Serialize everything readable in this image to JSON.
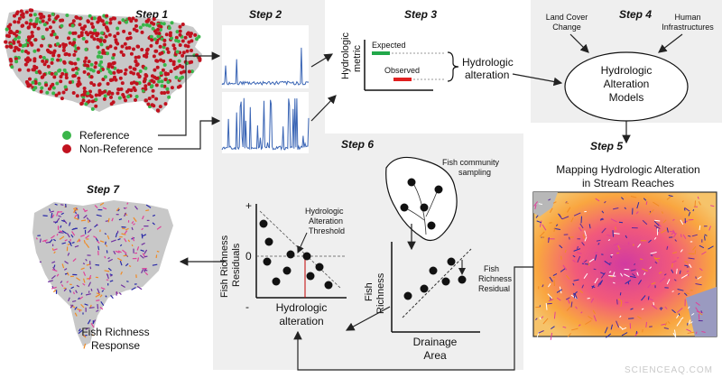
{
  "steps": {
    "s1": "Step 1",
    "s2": "Step 2",
    "s3": "Step 3",
    "s4": "Step 4",
    "s5": "Step 5",
    "s6": "Step 6",
    "s7": "Step 7"
  },
  "step1": {
    "legend_reference": "Reference",
    "legend_non_reference": "Non-Reference",
    "colors": {
      "reference": "#3ab54a",
      "non_reference": "#c1121f",
      "land": "#c8c8c8"
    }
  },
  "step3": {
    "ylabel_line1": "Hydrologic",
    "ylabel_line2": "metric",
    "expected": "Expected",
    "observed": "Observed",
    "output_line1": "Hydrologic",
    "output_line2": "alteration",
    "colors": {
      "expected": "#22a84a",
      "observed": "#e02020"
    }
  },
  "step4": {
    "land_cover_line1": "Land Cover",
    "land_cover_line2": "Change",
    "human_line1": "Human",
    "human_line2": "Infrastructures",
    "model_line1": "Hydrologic",
    "model_line2": "Alteration",
    "model_line3": "Models"
  },
  "step5": {
    "title_line1": "Mapping Hydrologic Alteration",
    "title_line2": "in Stream Reaches"
  },
  "step6": {
    "sampling_line1": "Fish community",
    "sampling_line2": "sampling",
    "fish_ylabel_line1": "Fish",
    "fish_ylabel_line2": "Richness",
    "residual_line1": "Fish",
    "residual_line2": "Richness",
    "residual_line3": "Residual",
    "xlabel_line1": "Drainage",
    "xlabel_line2": "Area",
    "resid_ylabel_line1": "Fish Richness",
    "resid_ylabel_line2": "Residuals",
    "plus": "+",
    "zero": "0",
    "minus": "-",
    "threshold_line1": "Hydrologic",
    "threshold_line2": "Alteration",
    "threshold_line3": "Threshold",
    "resid_xlabel_line1": "Hydrologic",
    "resid_xlabel_line2": "alteration"
  },
  "step7": {
    "response_line1": "Fish Richness",
    "response_line2": "Response"
  },
  "watermark": "SCIENCEAQ.COM",
  "colors": {
    "panel_bg": "#efefef",
    "accent_blue": "#2a2aa8",
    "accent_orange": "#f08a24",
    "accent_magenta": "#e0409a"
  }
}
